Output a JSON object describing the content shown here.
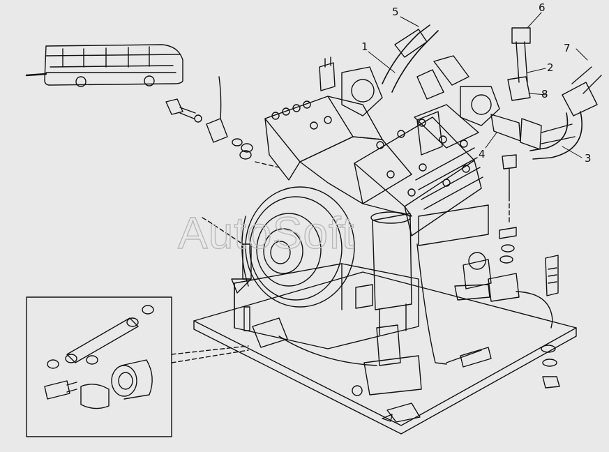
{
  "callouts": [
    {
      "id": "1",
      "label": "1"
    },
    {
      "id": "2",
      "label": "2"
    },
    {
      "id": "3",
      "label": "3"
    },
    {
      "id": "4",
      "label": "4"
    },
    {
      "id": "5",
      "label": "5"
    },
    {
      "id": "6",
      "label": "6"
    },
    {
      "id": "7",
      "label": "7"
    },
    {
      "id": "8",
      "label": "8"
    }
  ],
  "watermark": "AutoSoft",
  "colors": {
    "background": "#e9e9e9",
    "line": "#111111",
    "watermark": "#b9b9b9"
  }
}
